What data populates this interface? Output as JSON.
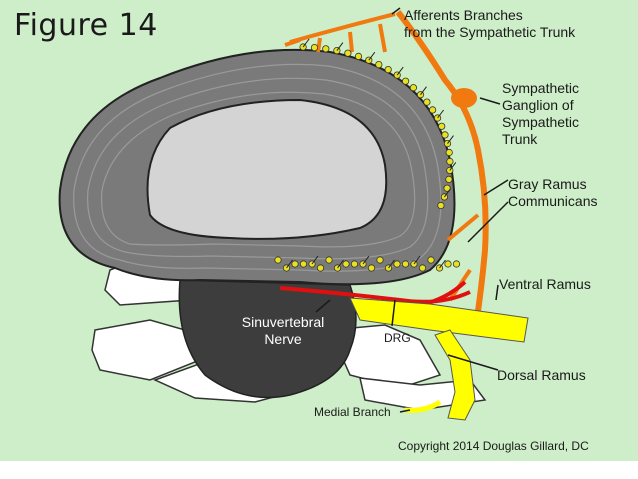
{
  "title": "Figure 14",
  "labels": {
    "afferents": "Afferents Branches\nfrom the Sympathetic Trunk",
    "ganglion": "Sympathetic\nGanglion of\nSympathetic\nTrunk",
    "gray_ramus": "Gray Ramus\nCommunicans",
    "ventral_ramus": "Ventral Ramus",
    "sinuvertebral": "Sinuvertebral\nNerve",
    "drg": "DRG",
    "dorsal_ramus": "Dorsal Ramus",
    "medial_branch": "Medial Branch",
    "copyright": "Copyright 2014 Douglas Gillard, DC"
  },
  "colors": {
    "background": "#cdeec8",
    "annulus": "#7a7a7a",
    "nucleus": "#d4d4d4",
    "body": "#444444",
    "sympathetic": "#f07a10",
    "ventral": "#e01010",
    "spinal_nerve": "#ffff00",
    "nerve_endings": "#e8e020"
  }
}
